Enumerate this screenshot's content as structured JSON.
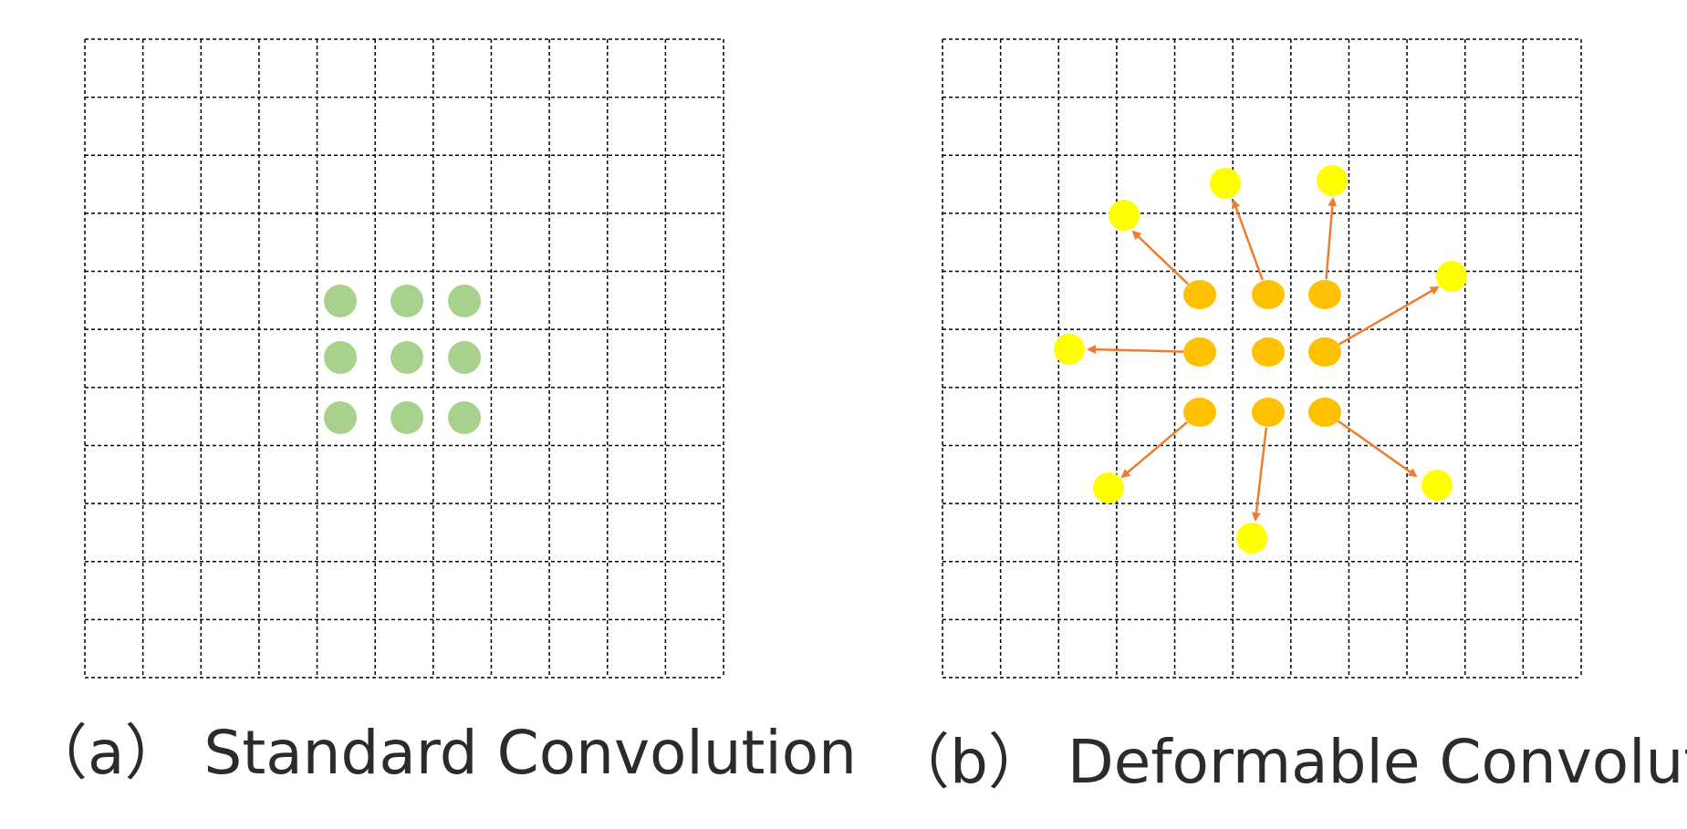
{
  "panels": [
    {
      "id": "a",
      "caption": "（a） Standard Convolution",
      "sampling_points": {
        "rows": 3,
        "cols": 3,
        "color": "#a9d18e"
      }
    },
    {
      "id": "b",
      "caption": "（b） Deformable Convolution",
      "sampling_points": {
        "rows": 3,
        "cols": 3,
        "color": "#ffc000"
      },
      "offset_points": {
        "count": 8,
        "color": "#ffff00"
      },
      "arrow_color": "#ed7d31"
    }
  ],
  "grid": {
    "rows": 11,
    "cols": 11,
    "line_style": "dashed",
    "line_color": "#000000"
  }
}
